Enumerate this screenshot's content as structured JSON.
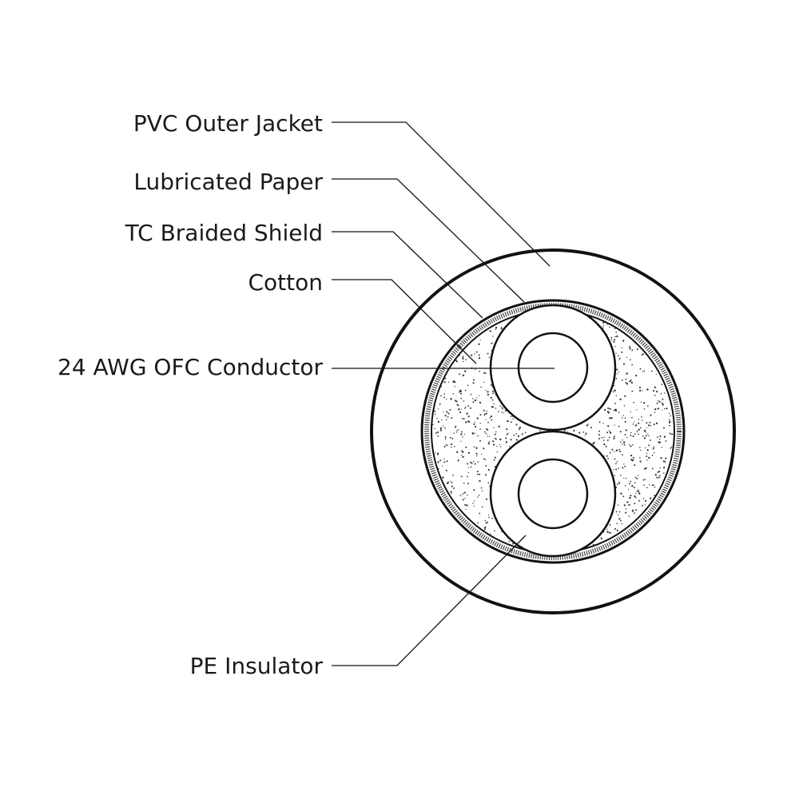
{
  "diagram": {
    "labels": {
      "pvc_outer_jacket": "PVC Outer  Jacket",
      "lubricated_paper": "Lubricated Paper",
      "tc_braided_shield": "TC Braided Shield",
      "cotton": "Cotton",
      "conductor": "24 AWG OFC Conductor",
      "pe_insulator": "PE Insulator"
    },
    "colors": {
      "stroke": "#111111",
      "background": "#ffffff",
      "speckle": "#333333"
    }
  }
}
